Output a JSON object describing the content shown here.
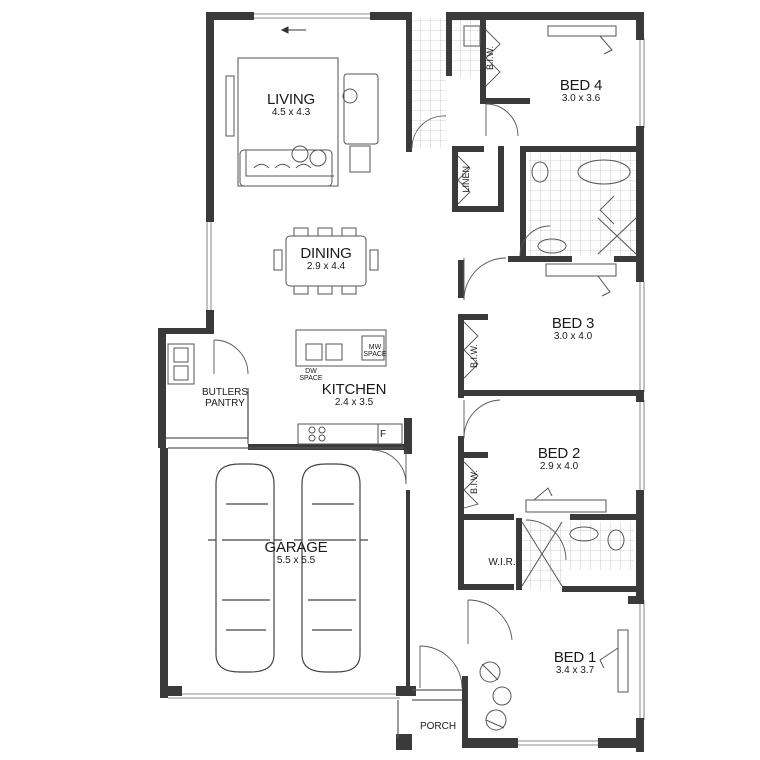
{
  "rooms": {
    "living": {
      "name": "LIVING",
      "dims": "4.5 x 4.3"
    },
    "dining": {
      "name": "DINING",
      "dims": "2.9 x 4.4"
    },
    "kitchen": {
      "name": "KITCHEN",
      "dims": "2.4 x 3.5"
    },
    "butlers_pantry": {
      "name_line1": "BUTLERS",
      "name_line2": "PANTRY"
    },
    "garage": {
      "name": "GARAGE",
      "dims": "5.5 x 5.5"
    },
    "porch": {
      "name": "PORCH"
    },
    "bed4": {
      "name": "BED 4",
      "dims": "3.0 x 3.6"
    },
    "bed3": {
      "name": "BED 3",
      "dims": "3.0 x 4.0"
    },
    "bed2": {
      "name": "BED 2",
      "dims": "2.9 x 4.0"
    },
    "bed1": {
      "name": "BED 1",
      "dims": "3.4 x 3.7"
    }
  },
  "fixtures": {
    "biw": "B.I.W.",
    "linen": "LINEN",
    "wir": "W.I.R.",
    "fridge": "F",
    "dw_line1": "DW",
    "dw_line2": "SPACE",
    "mw_line1": "MW",
    "mw_line2": "SPACE"
  },
  "colors": {
    "wall": "#3a3a3a",
    "line": "#5a5a5a",
    "tile": "#9a9a9a"
  }
}
